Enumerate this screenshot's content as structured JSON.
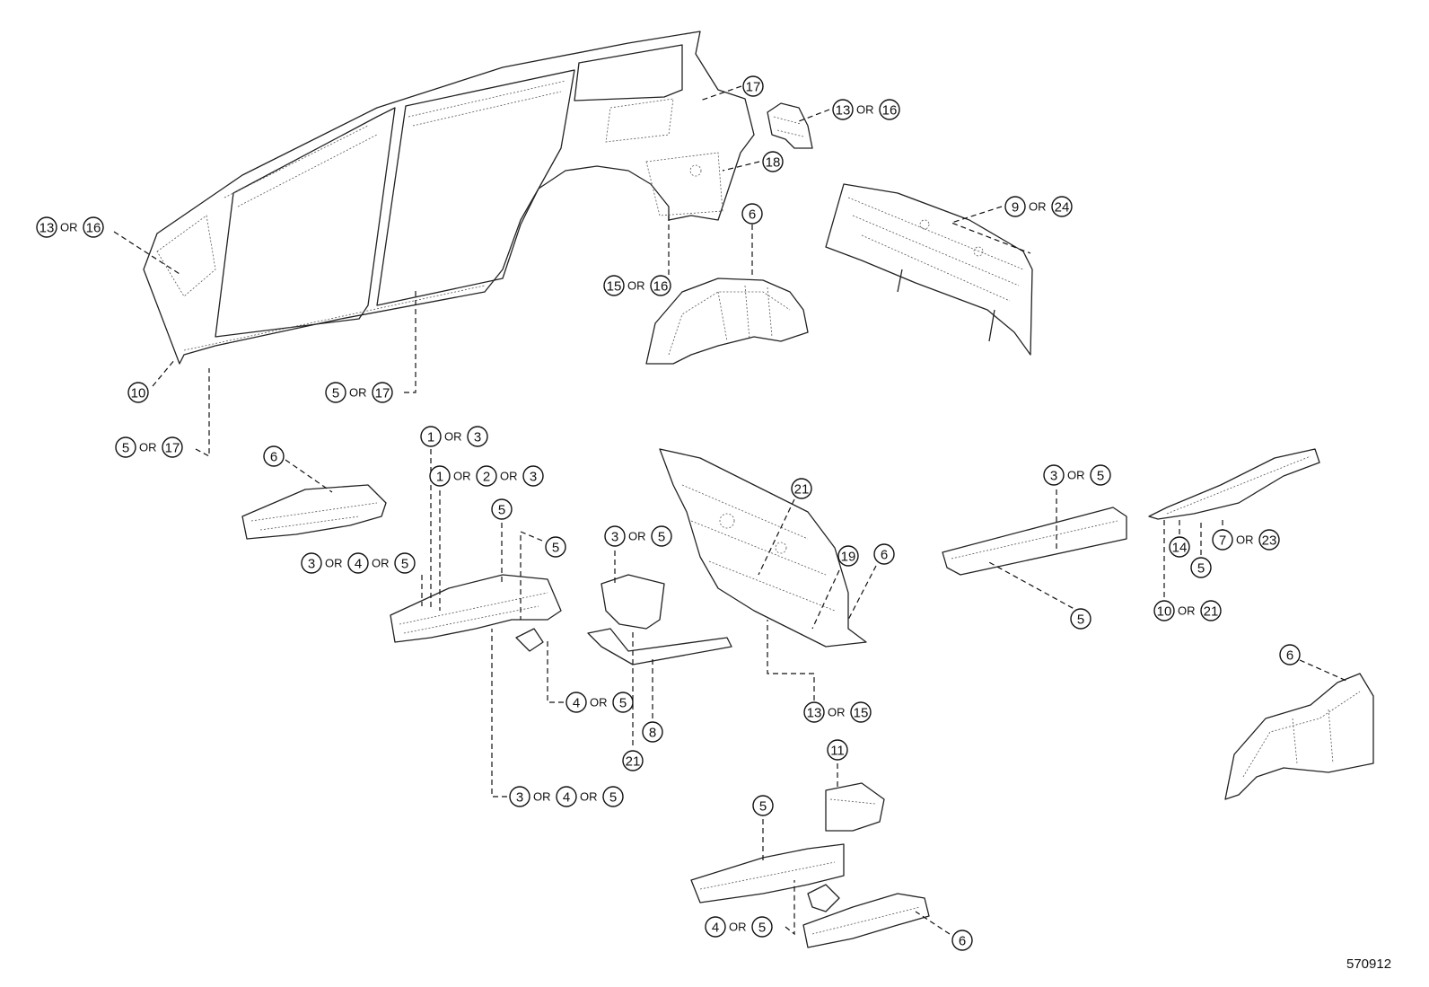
{
  "diagram_code": "570912",
  "connector": "OR",
  "callouts": [
    {
      "id": "c-17-top",
      "nums": [
        "17"
      ]
    },
    {
      "id": "c-13-16-right",
      "nums": [
        "13",
        "16"
      ]
    },
    {
      "id": "c-18",
      "nums": [
        "18"
      ]
    },
    {
      "id": "c-9-24",
      "nums": [
        "9",
        "24"
      ]
    },
    {
      "id": "c-13-16-left",
      "nums": [
        "13",
        "16"
      ]
    },
    {
      "id": "c-6-wheelhouse",
      "nums": [
        "6"
      ]
    },
    {
      "id": "c-15-16",
      "nums": [
        "15",
        "16"
      ]
    },
    {
      "id": "c-10",
      "nums": [
        "10"
      ]
    },
    {
      "id": "c-5-17-mid",
      "nums": [
        "5",
        "17"
      ]
    },
    {
      "id": "c-5-17-low",
      "nums": [
        "5",
        "17"
      ]
    },
    {
      "id": "c-1-3",
      "nums": [
        "1",
        "3"
      ]
    },
    {
      "id": "c-1-2-3",
      "nums": [
        "1",
        "2",
        "3"
      ]
    },
    {
      "id": "c-6-rail-left",
      "nums": [
        "6"
      ]
    },
    {
      "id": "c-5-a",
      "nums": [
        "5"
      ]
    },
    {
      "id": "c-5-b",
      "nums": [
        "5"
      ]
    },
    {
      "id": "c-3-4-5-upper",
      "nums": [
        "3",
        "4",
        "5"
      ]
    },
    {
      "id": "c-3-5-bracket",
      "nums": [
        "3",
        "5"
      ]
    },
    {
      "id": "c-21-dash",
      "nums": [
        "21"
      ]
    },
    {
      "id": "c-19",
      "nums": [
        "19"
      ]
    },
    {
      "id": "c-6-dash",
      "nums": [
        "6"
      ]
    },
    {
      "id": "c-3-5-rail",
      "nums": [
        "3",
        "5"
      ]
    },
    {
      "id": "c-5-rail-low",
      "nums": [
        "5"
      ]
    },
    {
      "id": "c-14",
      "nums": [
        "14"
      ]
    },
    {
      "id": "c-7-23",
      "nums": [
        "7",
        "23"
      ]
    },
    {
      "id": "c-5-rear",
      "nums": [
        "5"
      ]
    },
    {
      "id": "c-10-21",
      "nums": [
        "10",
        "21"
      ]
    },
    {
      "id": "c-4-5-mid",
      "nums": [
        "4",
        "5"
      ]
    },
    {
      "id": "c-8",
      "nums": [
        "8"
      ]
    },
    {
      "id": "c-21-low",
      "nums": [
        "21"
      ]
    },
    {
      "id": "c-13-15",
      "nums": [
        "13",
        "15"
      ]
    },
    {
      "id": "c-3-4-5-lower",
      "nums": [
        "3",
        "4",
        "5"
      ]
    },
    {
      "id": "c-6-apron",
      "nums": [
        "6"
      ]
    },
    {
      "id": "c-11",
      "nums": [
        "11"
      ]
    },
    {
      "id": "c-5-front",
      "nums": [
        "5"
      ]
    },
    {
      "id": "c-4-5-bottom",
      "nums": [
        "4",
        "5"
      ]
    },
    {
      "id": "c-6-bottom",
      "nums": [
        "6"
      ]
    }
  ]
}
